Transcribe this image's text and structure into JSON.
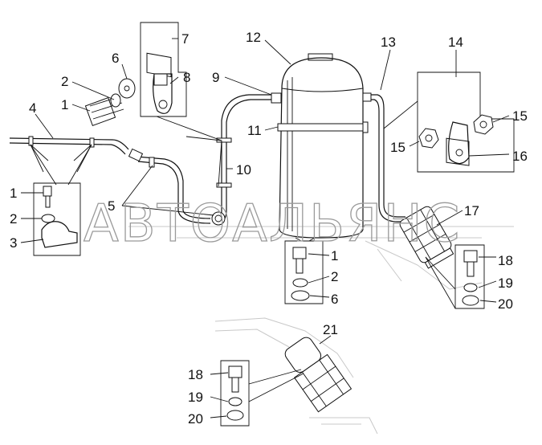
{
  "watermark": "АВТОАЛЬЯНС",
  "labels": {
    "l1a": "1",
    "l2a": "2",
    "l4": "4",
    "l6a": "6",
    "l7": "7",
    "l8": "8",
    "l9": "9",
    "l10": "10",
    "l11": "11",
    "l12": "12",
    "l13": "13",
    "l14": "14",
    "l15a": "15",
    "l15b": "15",
    "l16": "16",
    "l5": "5",
    "l17": "17",
    "l1b": "1",
    "l2b": "2",
    "l3": "3",
    "l1c": "1",
    "l2c": "2",
    "l6c": "6",
    "l18a": "18",
    "l19a": "19",
    "l20a": "20",
    "l21": "21",
    "l18b": "18",
    "l19b": "19",
    "l20b": "20"
  }
}
